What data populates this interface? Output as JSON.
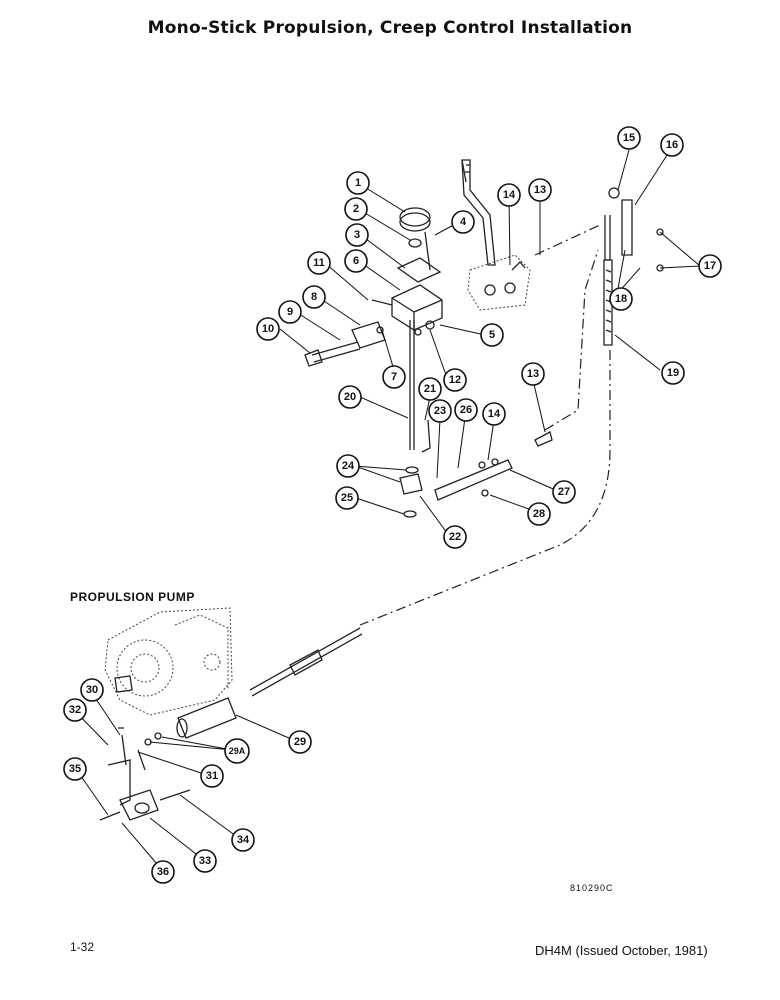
{
  "title": "Mono-Stick Propulsion, Creep Control Installation",
  "pump_label": "PROPULSION PUMP",
  "drawing_number": "810290C",
  "page_number": "1-32",
  "document_reference": "DH4M (Issued October, 1981)",
  "callouts": [
    "1",
    "2",
    "3",
    "4",
    "5",
    "6",
    "7",
    "8",
    "9",
    "10",
    "11",
    "12",
    "13",
    "13",
    "14",
    "14",
    "15",
    "16",
    "17",
    "18",
    "19",
    "20",
    "21",
    "22",
    "23",
    "24",
    "25",
    "26",
    "27",
    "28",
    "29",
    "29A",
    "30",
    "31",
    "32",
    "33",
    "34",
    "35",
    "36"
  ]
}
